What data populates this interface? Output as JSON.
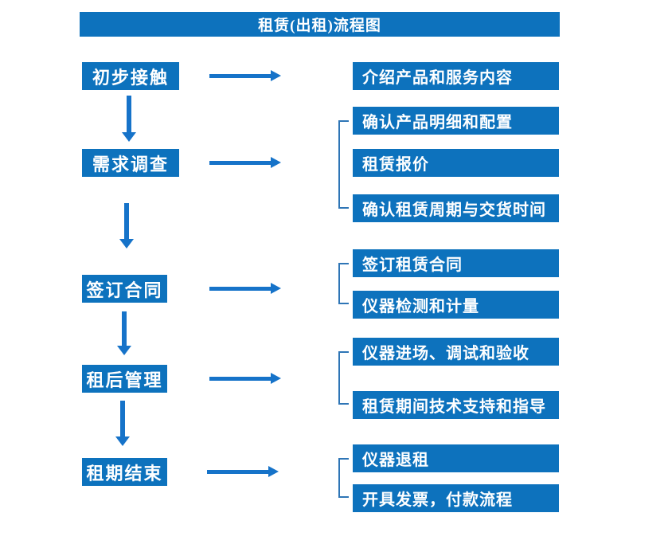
{
  "title": "租赁(出租)流程图",
  "colors": {
    "box_blue": "#0d72bd",
    "arrow_blue": "#1673c9",
    "bracket_blue": "#2e75b6",
    "text_white": "#ffffff"
  },
  "flow": {
    "steps": [
      {
        "label": "初步接触"
      },
      {
        "label": "需求调查"
      },
      {
        "label": "签订合同"
      },
      {
        "label": "租后管理"
      },
      {
        "label": "租期结束"
      }
    ],
    "details": [
      {
        "label": "介绍产品和服务内容"
      },
      {
        "label": "确认产品明细和配置"
      },
      {
        "label": "租赁报价"
      },
      {
        "label": "确认租赁周期与交货时间"
      },
      {
        "label": "签订租赁合同"
      },
      {
        "label": "仪器检测和计量"
      },
      {
        "label": "仪器进场、调试和验收"
      },
      {
        "label": "租赁期间技术支持和指导"
      },
      {
        "label": "仪器退租"
      },
      {
        "label": "开具发票，付款流程"
      }
    ]
  }
}
